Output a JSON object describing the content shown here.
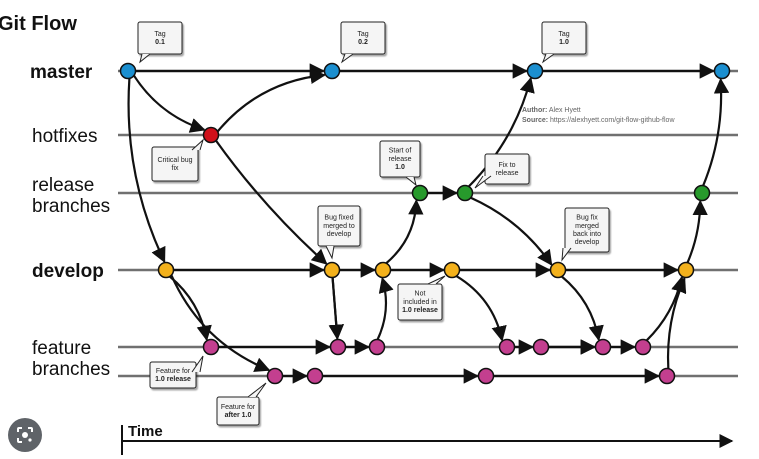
{
  "title": "Git Flow",
  "lanes": [
    {
      "id": "master",
      "label": [
        "master"
      ],
      "bold": true
    },
    {
      "id": "hotfixes",
      "label": [
        "hotfixes"
      ],
      "bold": false
    },
    {
      "id": "release",
      "label": [
        "release",
        "branches"
      ],
      "bold": false
    },
    {
      "id": "develop",
      "label": [
        "develop"
      ],
      "bold": true
    },
    {
      "id": "feature",
      "label": [
        "feature",
        "branches"
      ],
      "bold": false
    }
  ],
  "author_line": {
    "label": "Author:",
    "value": " Alex Hyett"
  },
  "source_line": {
    "label": "Source:",
    "value": " https://alexhyett.com/git-flow-github-flow"
  },
  "time_label": "Time",
  "colors": {
    "master": "#1b8fd0",
    "hotfix": "#d0101a",
    "release": "#279a2c",
    "develop": "#f3b11c",
    "feature": "#c33f8f",
    "line": "#6f6f6f"
  },
  "notes": [
    {
      "id": "tag-0-1",
      "lines": [
        [
          "Tag",
          false
        ],
        [
          "0.1",
          true
        ]
      ]
    },
    {
      "id": "tag-0-2",
      "lines": [
        [
          "Tag",
          false
        ],
        [
          "0.2",
          true
        ]
      ]
    },
    {
      "id": "tag-1-0",
      "lines": [
        [
          "Tag",
          false
        ],
        [
          "1.0",
          true
        ]
      ]
    },
    {
      "id": "critical-bug-fix",
      "lines": [
        [
          "Critical bug",
          false
        ],
        [
          "fix",
          false
        ]
      ]
    },
    {
      "id": "start-of-release",
      "lines": [
        [
          "Start of",
          false
        ],
        [
          "release",
          false
        ],
        [
          "1.0",
          true
        ]
      ]
    },
    {
      "id": "fix-to-release",
      "lines": [
        [
          "Fix to",
          false
        ],
        [
          "release",
          false
        ]
      ]
    },
    {
      "id": "bug-fixed-merged",
      "lines": [
        [
          "Bug fixed",
          false
        ],
        [
          "merged to",
          false
        ],
        [
          "develop",
          false
        ]
      ]
    },
    {
      "id": "bug-fix-merged-back",
      "lines": [
        [
          "Bug fix",
          false
        ],
        [
          "merged",
          false
        ],
        [
          "back into",
          false
        ],
        [
          "develop",
          false
        ]
      ]
    },
    {
      "id": "not-included",
      "lines": [
        [
          "Not",
          false
        ],
        [
          "included in",
          false
        ],
        [
          "1.0 release",
          true
        ]
      ]
    },
    {
      "id": "feature-for-1-0",
      "lines": [
        [
          "Feature for",
          false
        ],
        [
          "1.0 release",
          true
        ]
      ]
    },
    {
      "id": "feature-after-1-0",
      "lines": [
        [
          "Feature for",
          false
        ],
        [
          "after 1.0",
          true
        ]
      ]
    }
  ]
}
